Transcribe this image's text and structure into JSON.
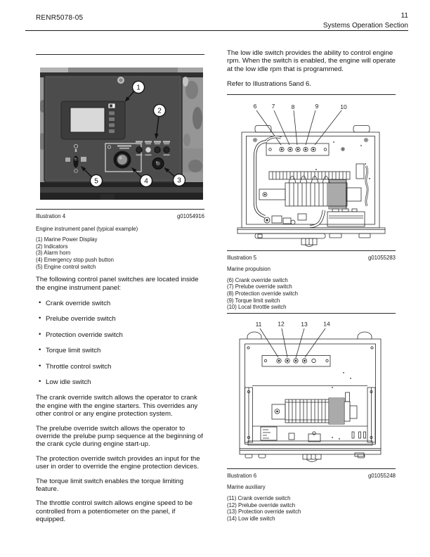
{
  "header": {
    "doc_code": "RENR5078-05",
    "page_number": "11",
    "section_title": "Systems Operation Section"
  },
  "left_column": {
    "illustration4": {
      "label": "Illustration 4",
      "code": "g01054916",
      "caption": "Engine instrument panel (typical example)",
      "legend": [
        "(1) Marine Power Display",
        "(2) Indicators",
        "(3) Alarm horn",
        "(4) Emergency stop push button",
        "(5) Engine control switch"
      ],
      "callouts": [
        "1",
        "2",
        "3",
        "4",
        "5"
      ]
    },
    "intro_paragraph": "The following control panel switches are located inside the engine instrument panel:",
    "switch_bullets": [
      "Crank override switch",
      "Prelube override switch",
      "Protection override switch",
      "Torque limit switch",
      "Throttle control switch",
      "Low idle switch"
    ],
    "paragraphs": [
      "The crank override switch allows the operator to crank the engine with the engine starters. This overrides any other control or any engine protection system.",
      "The prelube override switch allows the operator to override the prelube pump sequence at the beginning of the crank cycle during engine start-up.",
      "The protection override switch provides an input for the user in order to override the engine protection devices.",
      "The torque limit switch enables the torque limiting feature.",
      "The throttle control switch allows engine speed to be controlled from a potentiometer on the panel, if equipped."
    ]
  },
  "right_column": {
    "paragraph_low_idle": "The low idle switch provides the ability to control engine rpm. When the switch is enabled, the engine will operate at the low idle rpm that is programmed.",
    "paragraph_refer": "Refer to Illustrations 5and 6.",
    "illustration5": {
      "label": "Illustration 5",
      "code": "g01055283",
      "caption": "Marine propulsion",
      "legend": [
        "(6) Crank override switch",
        "(7) Prelube override switch",
        "(8) Protection override switch",
        "(9) Torque limit switch",
        "(10) Local throttle switch"
      ],
      "callouts": [
        "6",
        "7",
        "8",
        "9",
        "10"
      ]
    },
    "illustration6": {
      "label": "Illustration 6",
      "code": "g01055248",
      "caption": "Marine auxiliary",
      "legend": [
        "(11) Crank override switch",
        "(12) Prelube override switch",
        "(13) Protection override switch",
        "(14) Low idle switch"
      ],
      "callouts": [
        "11",
        "12",
        "13",
        "14"
      ]
    }
  }
}
